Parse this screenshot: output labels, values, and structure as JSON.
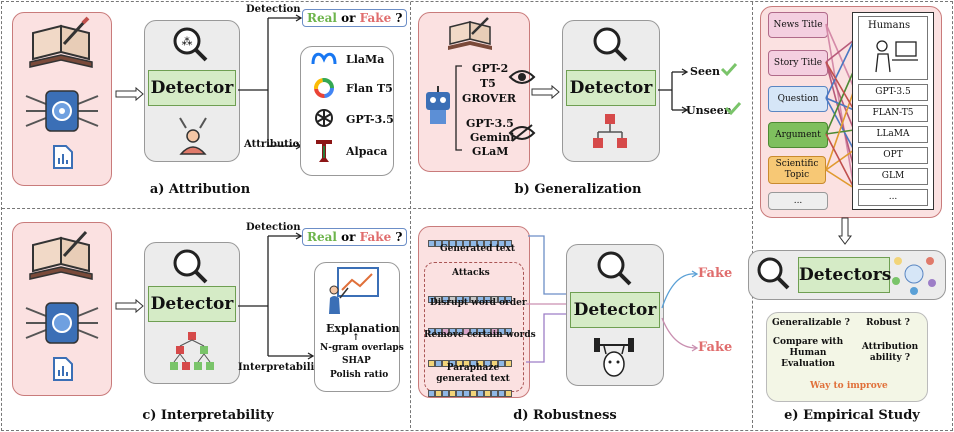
{
  "panel_a": {
    "caption": "a) Attribution",
    "detector": "Detector",
    "detection_label": "Detection",
    "attribution_label": "Attribution",
    "real": "Real",
    "or": " or ",
    "fake": "Fake",
    "q": " ?",
    "models": [
      "LlaMa",
      "Flan T5",
      "GPT-3.5",
      "Alpaca"
    ]
  },
  "panel_b": {
    "caption": "b) Generalization",
    "detector": "Detector",
    "seen_models": [
      "GPT-2",
      "T5",
      "GROVER"
    ],
    "unseen_models": [
      "GPT-3.5",
      "Gemini",
      "GLaM"
    ],
    "seen": "Seen",
    "unseen": "Unseen"
  },
  "panel_c": {
    "caption": "c) Interpretability",
    "detector": "Detector",
    "detection_label": "Detection",
    "interpretability_label": "Interpretability",
    "real": "Real",
    "or": " or ",
    "fake": "Fake",
    "q": " ?",
    "explanation": "Explanation",
    "arrow_up": "↑",
    "expl_items": [
      "N-gram overlaps",
      "SHAP",
      "Polish ratio"
    ]
  },
  "panel_d": {
    "caption": "d) Robustness",
    "detector": "Detector",
    "generated_text": "Generated text",
    "attacks": "Attacks",
    "attack_items": [
      "Disrupt word order",
      "Remove certain words",
      "Paraphaze generated text"
    ],
    "fake_top": "Fake",
    "fake_bottom": "Fake"
  },
  "panel_e": {
    "caption": "e) Empirical Study",
    "sources": [
      "News Title",
      "Story Title",
      "Question",
      "Argument",
      "Scientific Topic",
      "..."
    ],
    "generators": [
      "Humans",
      "GPT-3.5",
      "FLAN-T5",
      "LLaMA",
      "OPT",
      "GLM",
      "..."
    ],
    "detectors": "Detectors",
    "questions": [
      "Generalizable ?",
      "Robust ?",
      "Compare with Human Evaluation",
      "Attribution ability ?"
    ],
    "way": "Way to improve"
  },
  "colors": {
    "pink_bg": "#fbe1e1",
    "gray_bg": "#ececec",
    "green_detector": "#d5ebc6",
    "real": "#6db44b",
    "fake": "#e06d6d",
    "way_to_improve": "#e0703a"
  }
}
